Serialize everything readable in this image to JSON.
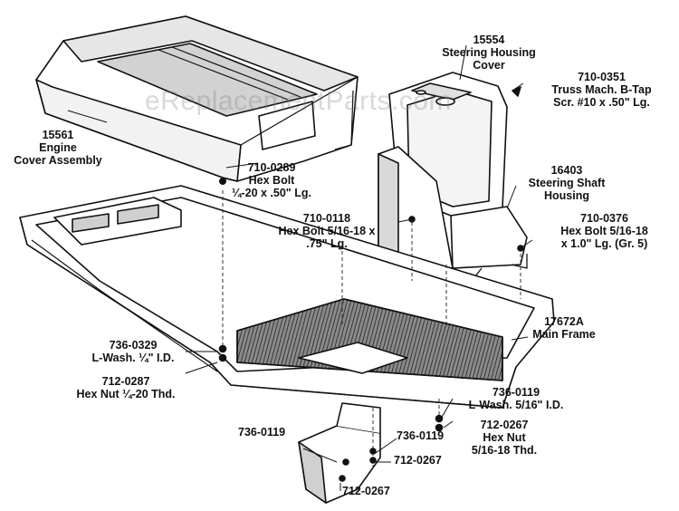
{
  "watermark": "eReplacementParts.com",
  "colors": {
    "ink": "#111111",
    "paper": "#ffffff",
    "shade": "#cfcfcf",
    "dark": "#555555"
  },
  "parts": {
    "p15561": {
      "number": "15561",
      "name_1": "Engine",
      "name_2": "Cover Assembly"
    },
    "p15554": {
      "number": "15554",
      "name_1": "Steering Housing",
      "name_2": "Cover"
    },
    "p710_0351": {
      "number": "710-0351",
      "name_1": "Truss Mach. B-Tap",
      "name_2": "Scr. #10 x .50\" Lg."
    },
    "p710_0289": {
      "number": "710-0289",
      "name_1": "Hex Bolt",
      "name_2": "¼-20 x .50\" Lg."
    },
    "p16403": {
      "number": "16403",
      "name_1": "Steering Shaft",
      "name_2": "Housing"
    },
    "p710_0118": {
      "number": "710-0118",
      "name_1": "Hex Bolt 5/16-18 x",
      "name_2": ".75\" Lg."
    },
    "p710_0376": {
      "number": "710-0376",
      "name_1": "Hex Bolt 5/16-18",
      "name_2": "x 1.0\" Lg. (Gr. 5)"
    },
    "p17672A": {
      "number": "17672A",
      "name_1": "Main Frame"
    },
    "p736_0329": {
      "number": "736-0329",
      "name_1": "L-Wash. ¼\" I.D."
    },
    "p712_0287": {
      "number": "712-0287",
      "name_1": "Hex Nut ¼-20 Thd."
    },
    "p736_0119_r": {
      "number": "736-0119",
      "name_1": "L-Wash. 5/16\" I.D."
    },
    "p712_0267_r": {
      "number": "712-0267",
      "name_1": "Hex Nut",
      "name_2": "5/16-18 Thd."
    },
    "p736_0119_a": {
      "number": "736-0119"
    },
    "p736_0119_b": {
      "number": "736-0119"
    },
    "p712_0267_a": {
      "number": "712-0267"
    },
    "p712_0267_b": {
      "number": "712-0267"
    }
  }
}
